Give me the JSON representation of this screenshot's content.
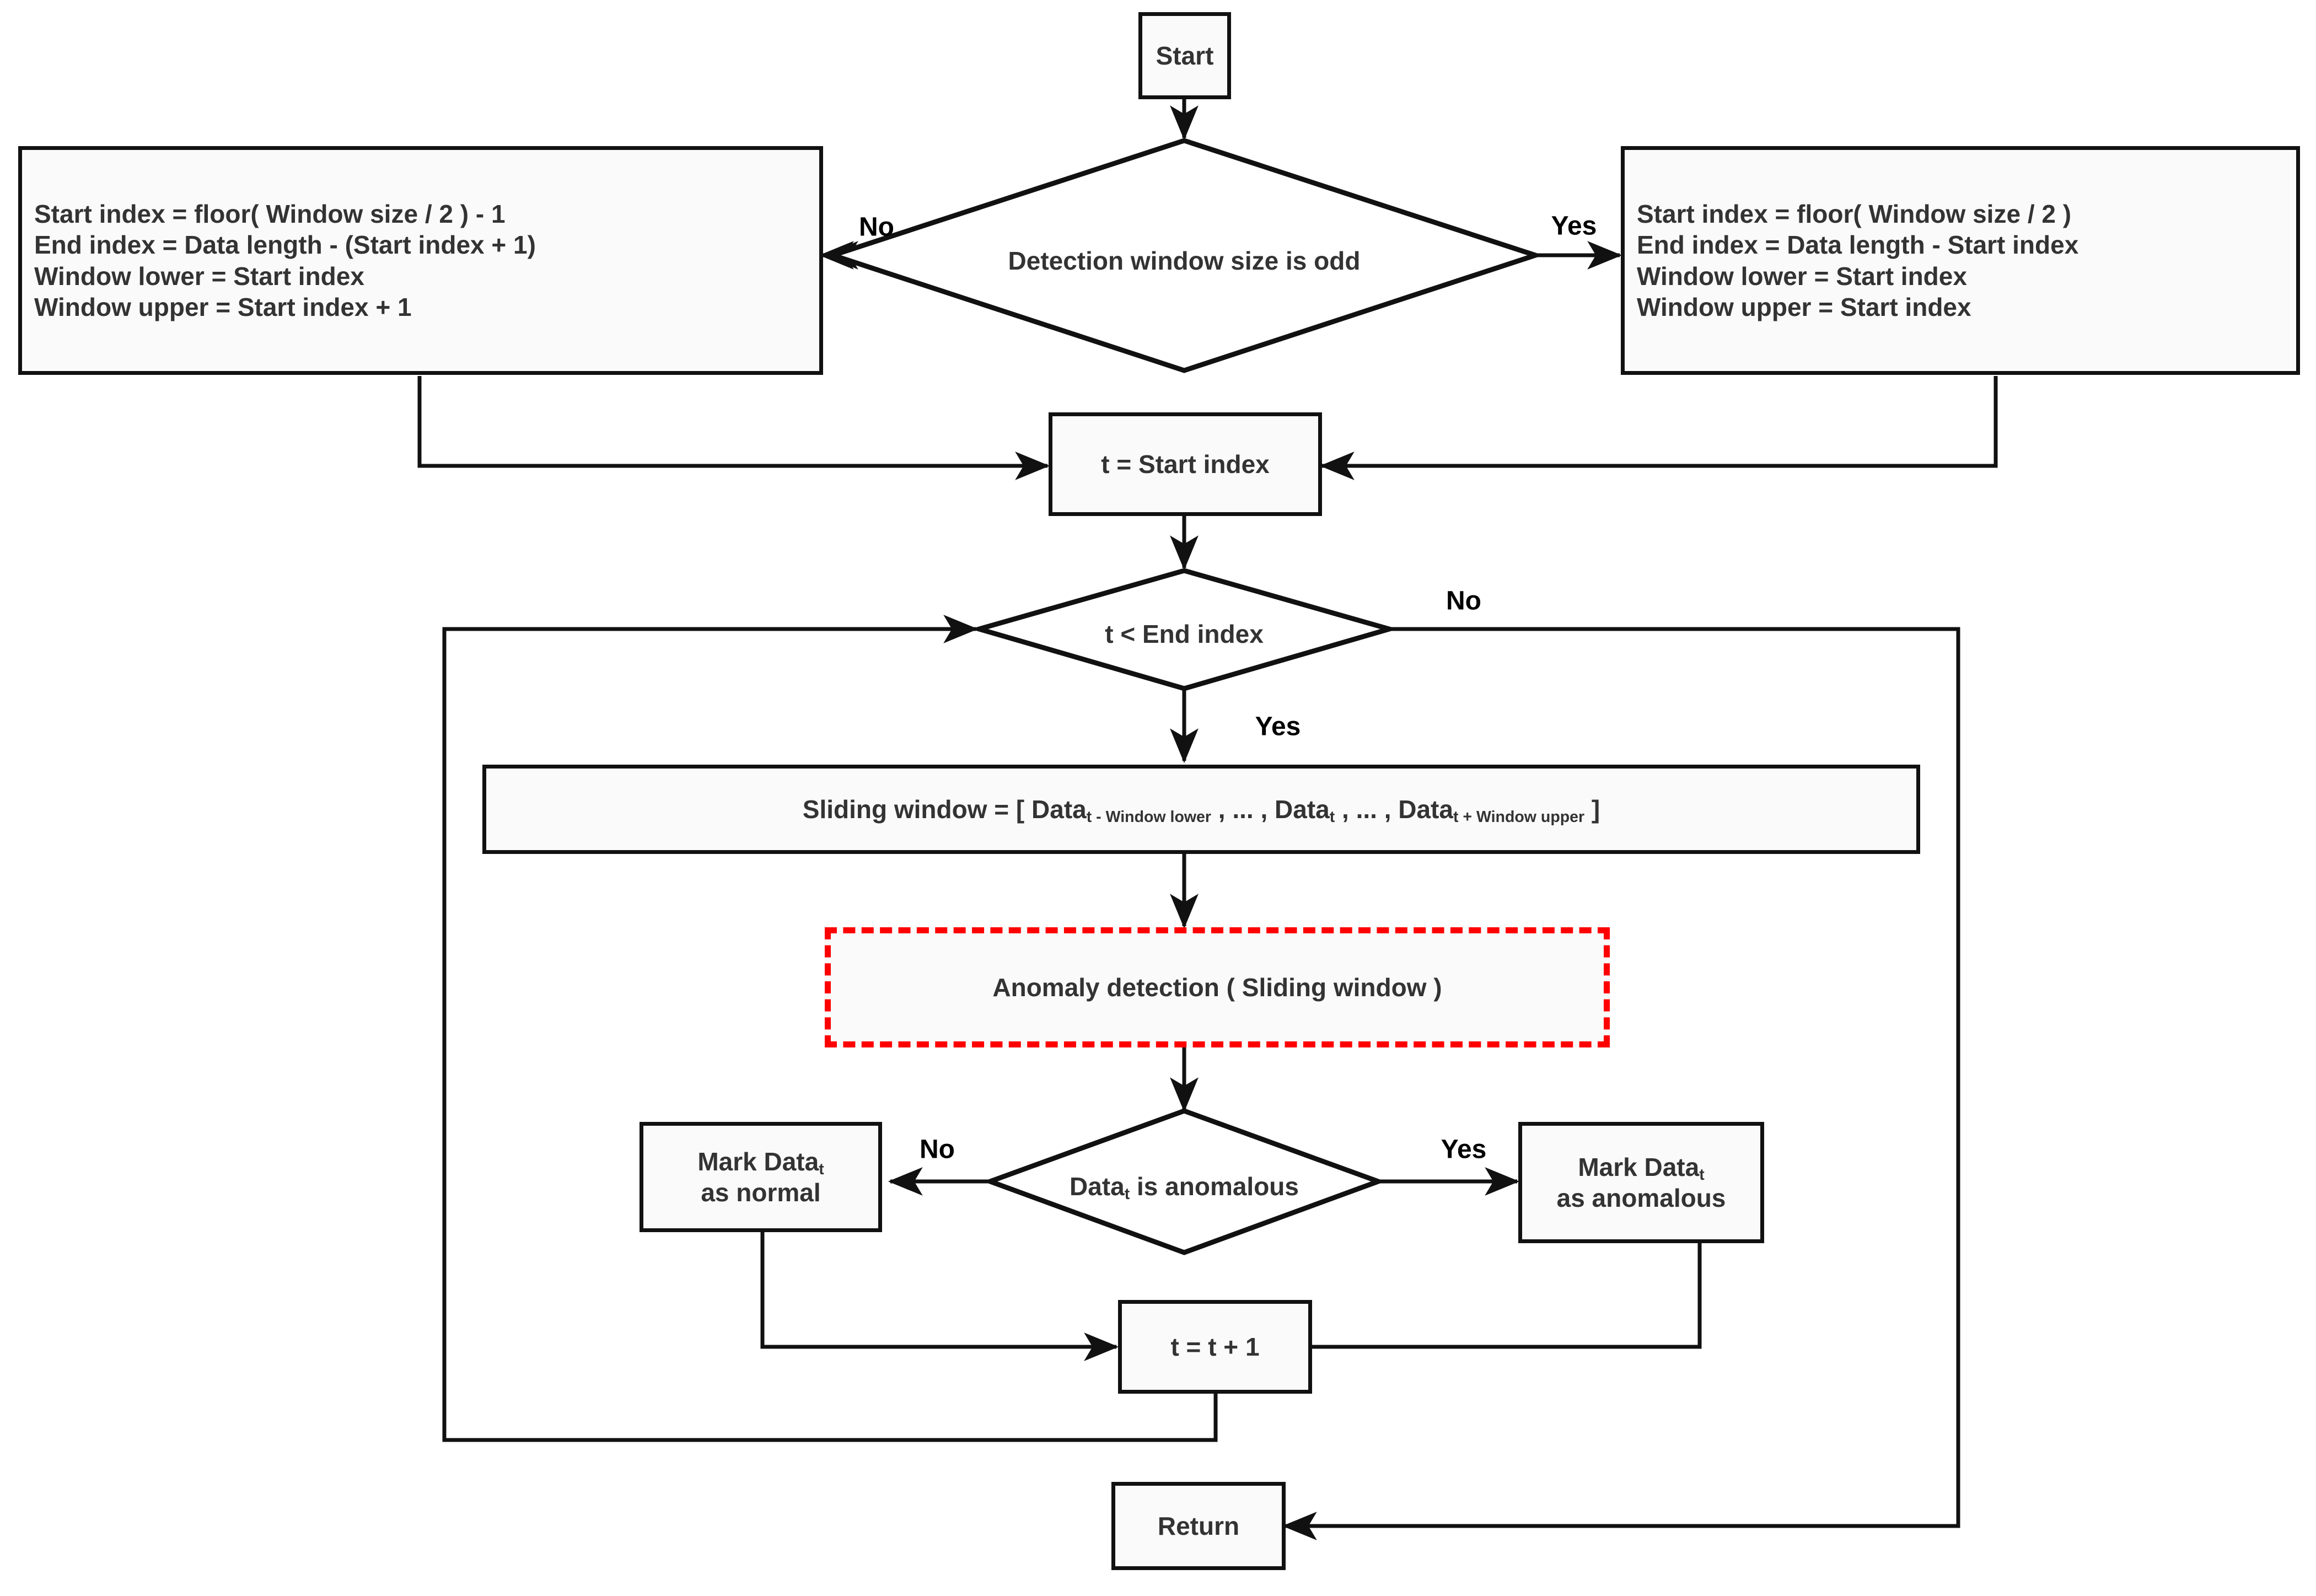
{
  "diagram": {
    "title": "Sliding window anomaly detection flowchart",
    "colors": {
      "node_border": "#111111",
      "node_fill": "#fafafa",
      "text": "#333333",
      "edge_label": "#000000",
      "highlight": "#FF0000",
      "background": "#ffffff"
    }
  },
  "nodes": {
    "start": {
      "label": "Start"
    },
    "decision_odd": {
      "label": "Detection window size is odd"
    },
    "init_odd_false": {
      "lines": [
        "Start index = floor( Window size / 2 ) - 1",
        "End index = Data length - (Start index + 1)",
        "Window lower = Start index",
        "Window upper =  Start index + 1"
      ]
    },
    "init_odd_true": {
      "lines": [
        "Start index = floor( Window size / 2 )",
        "End index = Data length - Start index",
        "Window lower = Start index",
        "Window upper =  Start index"
      ]
    },
    "t_init": {
      "label": "t = Start index"
    },
    "decision_loop": {
      "label": "t < End index"
    },
    "sliding_window": {
      "prefix": "Sliding window = [ Data",
      "sub1": "t - Window lower",
      "mid1": " , ... , Data",
      "sub2": "t",
      "mid2": " , ... , Data",
      "sub3": "t + Window upper",
      "suffix": " ]"
    },
    "anomaly_detection": {
      "label": "Anomaly detection ( Sliding window )"
    },
    "decision_anomalous": {
      "prefix": "Data",
      "sub": "t",
      "suffix": " is anomalous"
    },
    "mark_normal": {
      "line1_prefix": "Mark Data",
      "line1_sub": "t",
      "line2": "as normal"
    },
    "mark_anomalous": {
      "line1_prefix": "Mark Data",
      "line1_sub": "t",
      "line2": "as anomalous"
    },
    "t_increment": {
      "label": "t = t + 1"
    },
    "return": {
      "label": "Return"
    }
  },
  "edge_labels": {
    "odd_no": "No",
    "odd_yes": "Yes",
    "loop_no": "No",
    "loop_yes": "Yes",
    "anom_no": "No",
    "anom_yes": "Yes"
  }
}
